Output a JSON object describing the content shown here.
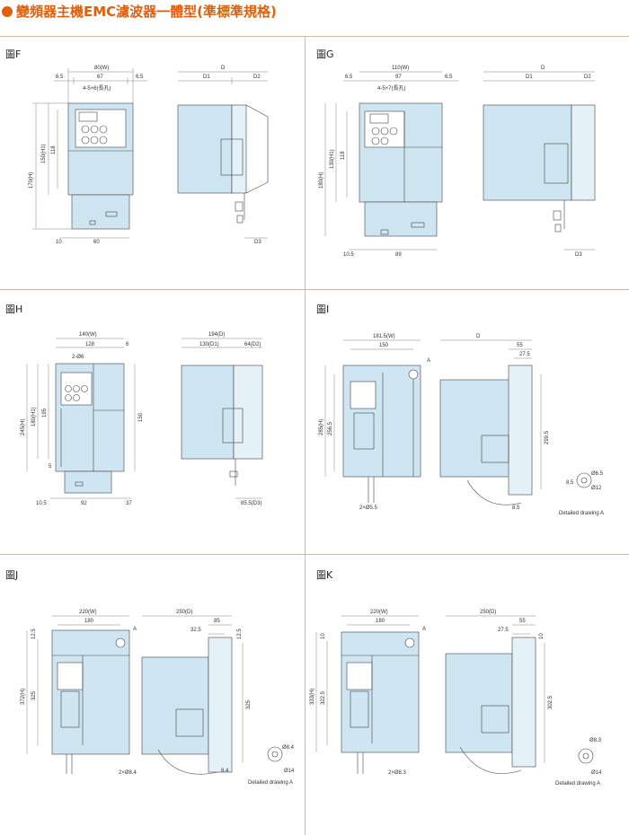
{
  "title": "變頻器主機EMC濾波器一體型(準標準規格)",
  "panels": {
    "F": {
      "label": "圖F",
      "w": "80(W)",
      "w_left": "6.5",
      "w_mid": "67",
      "w_right": "6.5",
      "holes": "4-5×6(長孔)",
      "h": "170(H)",
      "h1": "150(H1)",
      "h2": "118",
      "d": "D",
      "d1": "D1",
      "d2": "D2",
      "d3": "D3",
      "b_left": "10",
      "b_mid": "60"
    },
    "G": {
      "label": "圖G",
      "w": "110(W)",
      "w_left": "6.5",
      "w_mid": "97",
      "w_right": "6.5",
      "holes": "4-5×7(長孔)",
      "h": "180(H)",
      "h1": "130(H1)",
      "h2": "118",
      "d": "D",
      "d1": "D1",
      "d2": "D2",
      "d3": "D3",
      "b_left": "10.5",
      "b_mid": "89"
    },
    "H": {
      "label": "圖H",
      "w": "140(W)",
      "w_mid": "128",
      "w_right": "6",
      "holes": "2-Ø6",
      "h": "245(H)",
      "h1": "180(H1)",
      "h2": "195",
      "h3": "150",
      "h_bot": "5",
      "d": "194(D)",
      "d1": "130(D1)",
      "d2": "64(D2)",
      "b_left": "10.5",
      "b_mid": "92",
      "b_right": "37",
      "d3": "85.5(D3)"
    },
    "I": {
      "label": "圖I",
      "w": "181.5(W)",
      "w_mid": "150",
      "h": "285(H)",
      "h2": "256.5",
      "h3": "299.5",
      "d": "D",
      "d_right": "55",
      "d_off": "27.5",
      "note_a": "A",
      "n1": "2×Ø5.5",
      "n2": "8.5",
      "det1": "Ø6.5",
      "det2": "Ø12",
      "det3": "8.5",
      "detail": "Detailed drawing A"
    },
    "J": {
      "label": "圖J",
      "w": "220(W)",
      "w_mid": "180",
      "h": "372(H)",
      "h2": "325",
      "top": "12.5",
      "d": "250(D)",
      "d_right": "85",
      "d_off": "32.5",
      "d_top": "12.5",
      "d_h": "325",
      "note_a": "A",
      "n1": "2×Ø8.4",
      "n2": "8.4",
      "det1": "Ø8.4",
      "det2": "Ø14",
      "detail": "Detailed drawing A"
    },
    "K": {
      "label": "圖K",
      "w": "220(W)",
      "w_mid": "180",
      "h": "333(H)",
      "h2": "322.5",
      "top": "10",
      "d": "250(D)",
      "d_right": "55",
      "d_off": "27.5",
      "d_top": "10",
      "d_h": "302.5",
      "note_a": "A",
      "n1": "2×Ø8.3",
      "det1": "Ø8.3",
      "det2": "Ø14",
      "detail": "Detailed drawing A"
    }
  }
}
